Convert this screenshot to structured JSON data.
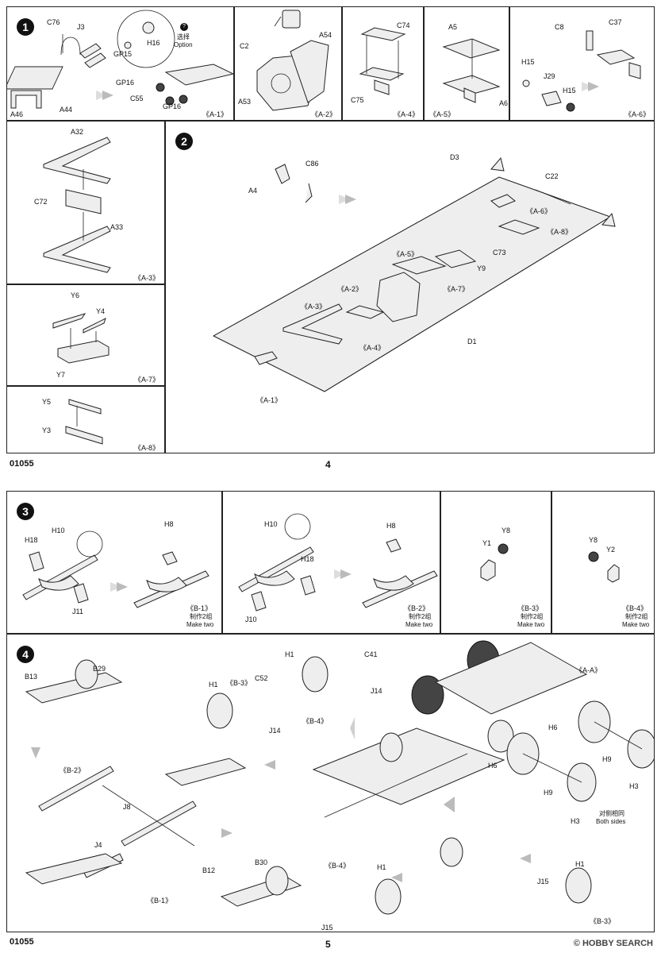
{
  "page4": {
    "code": "01055",
    "page_number": "4",
    "step1": {
      "number": "1",
      "a1": {
        "labels": {
          "C76": "C76",
          "J3": "J3",
          "H16": "H16",
          "GP15": "GP15",
          "GP16a": "GP16",
          "GP16b": "GP16",
          "C55": "C55",
          "A46": "A46",
          "A44": "A44"
        },
        "option_cn": "选择",
        "option_en": "Option",
        "sub": "《A-1》",
        "option_icon": "question-icon"
      },
      "a2": {
        "labels": {
          "C2": "C2",
          "A54": "A54",
          "A53": "A53"
        },
        "sub": "《A-2》"
      },
      "a4": {
        "labels": {
          "C74": "C74",
          "C75": "C75"
        },
        "sub": "《A-4》"
      },
      "a5": {
        "labels": {
          "A5": "A5",
          "A6": "A6"
        },
        "sub": "《A-5》"
      },
      "a6": {
        "labels": {
          "C8": "C8",
          "C37": "C37",
          "H15a": "H15",
          "J29": "J29",
          "H15b": "H15"
        },
        "sub": "《A-6》"
      }
    },
    "a3": {
      "labels": {
        "A32": "A32",
        "C72": "C72",
        "A33": "A33"
      },
      "sub": "《A-3》"
    },
    "a7": {
      "labels": {
        "Y6": "Y6",
        "Y4": "Y4",
        "Y7": "Y7"
      },
      "sub": "《A-7》"
    },
    "a8": {
      "labels": {
        "Y5": "Y5",
        "Y3": "Y3"
      },
      "sub": "《A-8》"
    },
    "step2": {
      "number": "2",
      "labels": {
        "C86": "C86",
        "A4": "A4",
        "D3": "D3",
        "C22": "C22",
        "A6s": "《A-6》",
        "A8s": "《A-8》",
        "C73": "C73",
        "A5s": "《A-5》",
        "Y9": "Y9",
        "A2s": "《A-2》",
        "A7s": "《A-7》",
        "A3s": "《A-3》",
        "A4s": "《A-4》",
        "D1": "D1",
        "A1s": "《A-1》"
      }
    }
  },
  "page5": {
    "code": "01055",
    "page_number": "5",
    "step3": {
      "number": "3",
      "b1": {
        "labels": {
          "H18": "H18",
          "H10": "H10",
          "J11": "J11",
          "H8": "H8"
        },
        "sub": "《B-1》",
        "cn": "制作2组",
        "en": "Make two"
      },
      "b2": {
        "labels": {
          "H10": "H10",
          "H18": "H18",
          "J10": "J10",
          "H8": "H8"
        },
        "sub": "《B-2》",
        "cn": "制作2组",
        "en": "Make two"
      },
      "b3": {
        "labels": {
          "Y8": "Y8",
          "Y1": "Y1"
        },
        "sub": "《B-3》",
        "cn": "制作2组",
        "en": "Make two"
      },
      "b4": {
        "labels": {
          "Y8": "Y8",
          "Y2": "Y2"
        },
        "sub": "《B-4》",
        "cn": "制作2组",
        "en": "Make two"
      }
    },
    "step4": {
      "number": "4",
      "labels": {
        "B13": "B13",
        "B29": "B29",
        "B2s": "《B-2》",
        "J8": "J8",
        "J4": "J4",
        "B1s": "《B-1》",
        "B12": "B12",
        "B30": "B30",
        "H1a": "H1",
        "B3sa": "《B-3》",
        "C52": "C52",
        "J14a": "J14",
        "H1b": "H1",
        "C41": "C41",
        "J14b": "J14",
        "B4sa": "《B-4》",
        "AA": "《A-A》",
        "H6a": "H6",
        "H9a": "H9",
        "H3a": "H3",
        "H6b": "H6",
        "H9b": "H9",
        "H3b": "H3",
        "both_cn": "对侧相同",
        "both_en": "Both sides",
        "B4sb": "《B-4》",
        "H1c": "H1",
        "J15a": "J15",
        "H1d": "H1",
        "J15b": "J15",
        "B3sb": "《B-3》"
      }
    },
    "watermark": "© HOBBY SEARCH"
  }
}
